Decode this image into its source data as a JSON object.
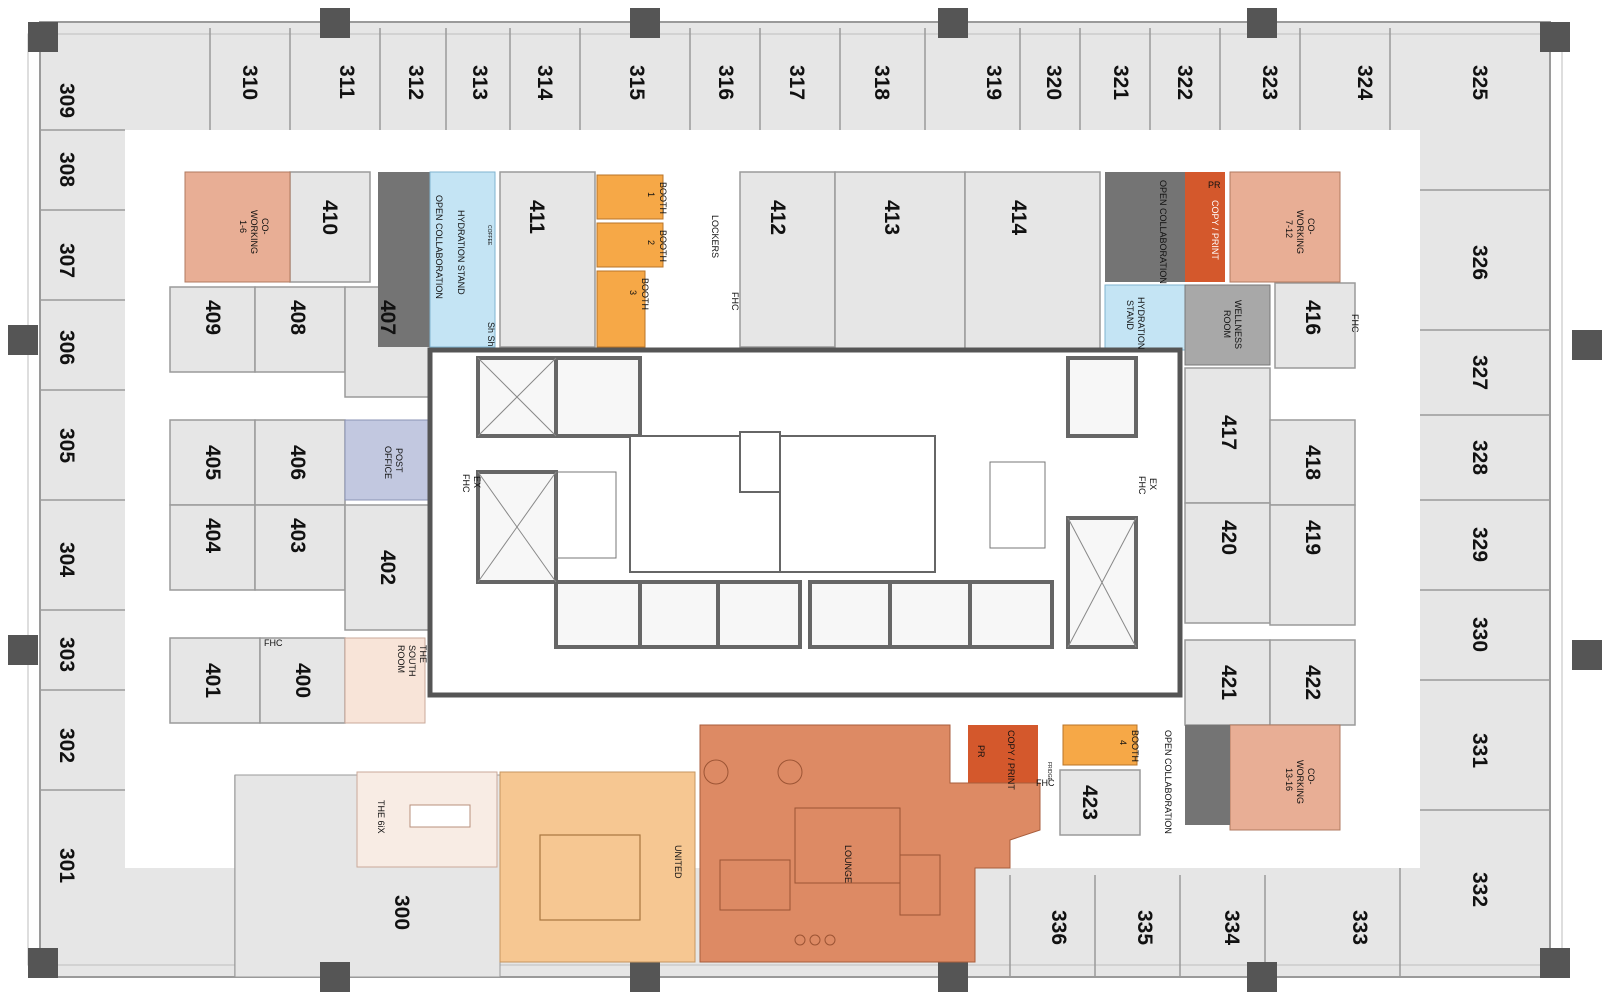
{
  "colors": {
    "office": "#e3e3e3",
    "core": "#ffffff",
    "coworking": "#e8ae95",
    "booth": "#f6a847",
    "collab": "#747474",
    "copy": "#d4582c",
    "hydration": "#c4e4f4",
    "post": "#c2c8e0",
    "wellness": "#a8a8a8",
    "south_room": "#f8e4d8",
    "six_x": "#f8ece4",
    "united": "#f6c792",
    "lounge": "#dd8a64",
    "column": "#5a5a5a"
  },
  "rooms": {
    "r309": "309",
    "r310": "310",
    "r311": "311",
    "r312": "312",
    "r313": "313",
    "r314": "314",
    "r315": "315",
    "r316": "316",
    "r317": "317",
    "r318": "318",
    "r319": "319",
    "r320": "320",
    "r321": "321",
    "r322": "322",
    "r323": "323",
    "r324": "324",
    "r325": "325",
    "r326": "326",
    "r327": "327",
    "r328": "328",
    "r329": "329",
    "r330": "330",
    "r331": "331",
    "r332": "332",
    "r333": "333",
    "r334": "334",
    "r335": "335",
    "r336": "336",
    "r300": "300",
    "r301": "301",
    "r302": "302",
    "r303": "303",
    "r304": "304",
    "r305": "305",
    "r306": "306",
    "r307": "307",
    "r308": "308",
    "r400": "400",
    "r401": "401",
    "r402": "402",
    "r403": "403",
    "r404": "404",
    "r405": "405",
    "r406": "406",
    "r407": "407",
    "r408": "408",
    "r409": "409",
    "r410": "410",
    "r411": "411",
    "r412": "412",
    "r413": "413",
    "r414": "414",
    "r416": "416",
    "r417": "417",
    "r418": "418",
    "r419": "419",
    "r420": "420",
    "r421": "421",
    "r422": "422",
    "r423": "423"
  },
  "spaces": {
    "coworking_1_line1": "CO-",
    "coworking_1_line2": "WORKING",
    "coworking_1_line3": "1-6",
    "coworking_2_line1": "CO-",
    "coworking_2_line2": "WORKING",
    "coworking_2_line3": "7-12",
    "coworking_3_line1": "CO-",
    "coworking_3_line2": "WORKING",
    "coworking_3_line3": "13-16",
    "open_collab_1": "OPEN COLLABORATION",
    "open_collab_2": "OPEN COLLABORATION",
    "open_collab_3": "OPEN COLLABORATION",
    "hydration_1": "HYDRATION STAND",
    "hydration_2_line1": "HYDRATION",
    "hydration_2_line2": "STAND",
    "booth_1_line1": "BOOTH",
    "booth_1_line2": "1",
    "booth_2_line1": "BOOTH",
    "booth_2_line2": "2",
    "booth_3_line1": "BOOTH",
    "booth_3_line2": "3",
    "booth_4_line1": "BOOTH",
    "booth_4_line2": "4",
    "lockers": "LOCKERS",
    "copy_print_1": "COPY / PRINT",
    "copy_print_2": "COPY / PRINT",
    "pr_1": "PR",
    "pr_2": "PR",
    "wellness_line1": "WELLNESS",
    "wellness_line2": "ROOM",
    "post_line1": "POST",
    "post_line2": "OFFICE",
    "south_line1": "THE",
    "south_line2": "SOUTH",
    "south_line3": "ROOM",
    "six_x": "THE 6iX",
    "united": "UNITED",
    "lounge": "LOUNGE",
    "fhc_1": "FHC",
    "fhc_2": "FHC",
    "fhc_3": "FHC",
    "fhc_4": "FHC",
    "ex_fhc_1_line1": "EX",
    "ex_fhc_1_line2": "FHC",
    "ex_fhc_2_line1": "EX",
    "ex_fhc_2_line2": "FHC",
    "sh_sh": "Sh Sh",
    "fridge": "FRIDGE",
    "coffee": "COFFEE"
  }
}
